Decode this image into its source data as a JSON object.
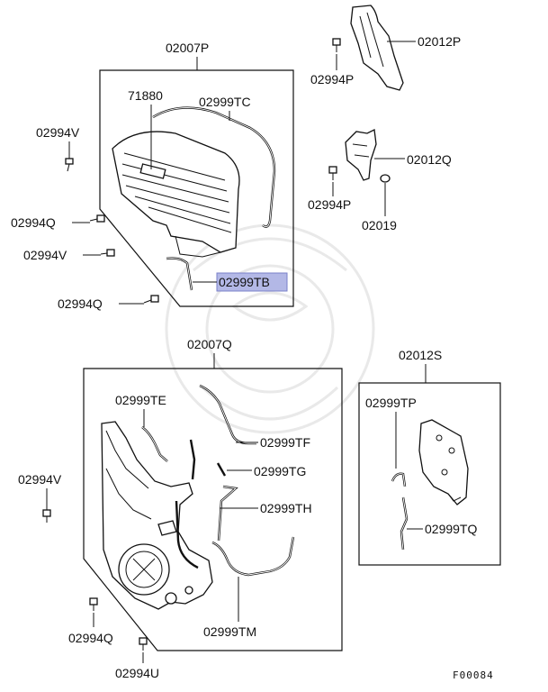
{
  "figure_code": "F00084",
  "highlight": {
    "color": "#b3b8e6",
    "part": "02999TB"
  },
  "groups": {
    "upper_cover": "02007P",
    "lower_cover": "02007Q",
    "rear_plate": "02012S"
  },
  "callouts": {
    "c71880": "71880",
    "c02999TC": "02999TC",
    "c02999TB": "02999TB",
    "c02994V_a": "02994V",
    "c02994Q_a": "02994Q",
    "c02994V_b": "02994V",
    "c02994Q_b": "02994Q",
    "c02012P": "02012P",
    "c02994P_a": "02994P",
    "c02012Q": "02012Q",
    "c02994P_b": "02994P",
    "c02019": "02019",
    "c02999TE": "02999TE",
    "c02999TF": "02999TF",
    "c02999TG": "02999TG",
    "c02999TH": "02999TH",
    "c02999TM": "02999TM",
    "c02994V_c": "02994V",
    "c02994Q_c": "02994Q",
    "c02994U": "02994U",
    "c02999TP": "02999TP",
    "c02999TQ": "02999TQ"
  }
}
